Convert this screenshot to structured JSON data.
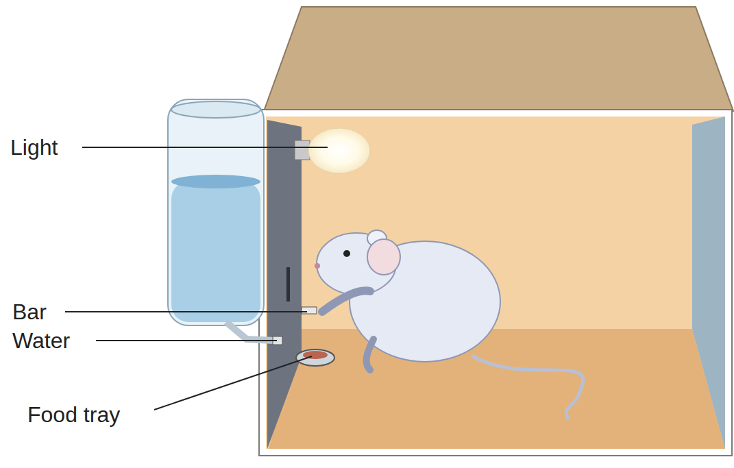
{
  "diagram": {
    "labels": [
      "Light",
      "Bar",
      "Water",
      "Food tray"
    ]
  }
}
